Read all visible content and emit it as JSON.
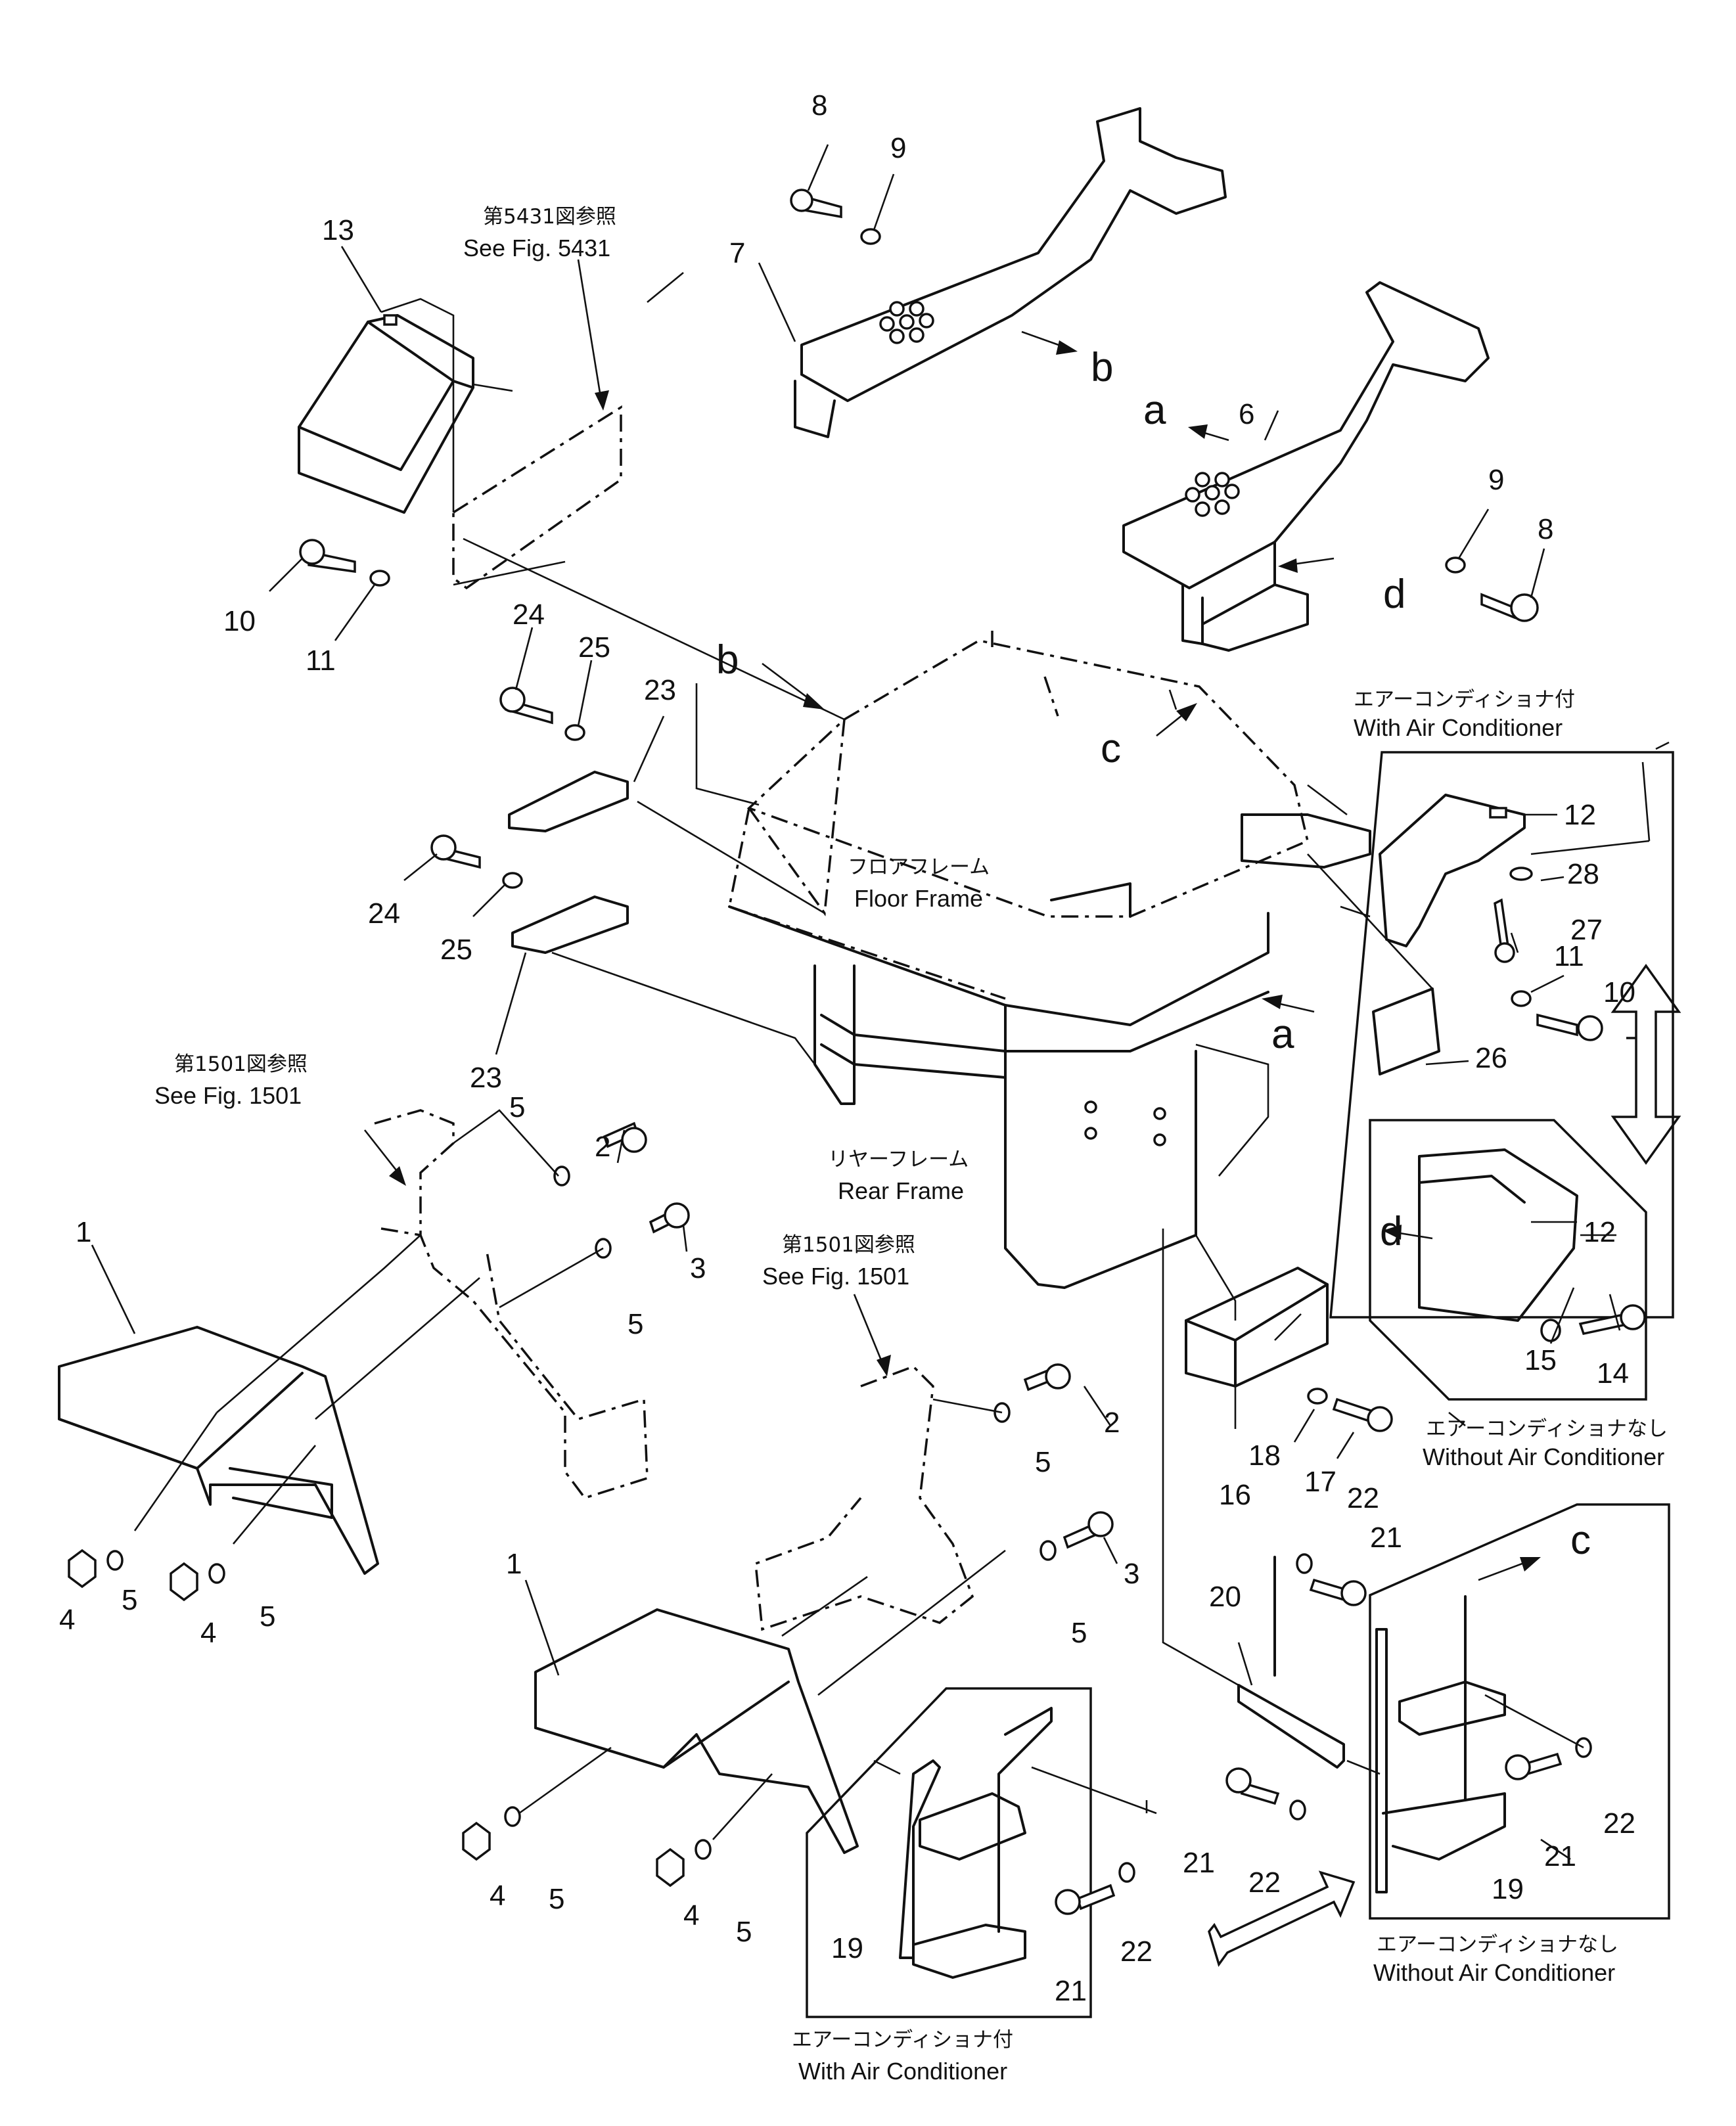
{
  "callouts": {
    "n1a": "1",
    "n1b": "1",
    "n2a": "2",
    "n2b": "2",
    "n3a": "3",
    "n3b": "3",
    "n4a": "4",
    "n4b": "4",
    "n4c": "4",
    "n4d": "4",
    "n5a": "5",
    "n5b": "5",
    "n5c": "5",
    "n5d": "5",
    "n5e": "5",
    "n5f": "5",
    "n5g": "5",
    "n5h": "5",
    "n6": "6",
    "n7": "7",
    "n8a": "8",
    "n8b": "8",
    "n9a": "9",
    "n9b": "9",
    "n10a": "10",
    "n10b": "10",
    "n11a": "11",
    "n11b": "11",
    "n12a": "12",
    "n12b": "12",
    "n13": "13",
    "n14": "14",
    "n15": "15",
    "n16": "16",
    "n17": "17",
    "n18": "18",
    "n19a": "19",
    "n19b": "19",
    "n20": "20",
    "n21a": "21",
    "n21b": "21",
    "n21c": "21",
    "n21d": "21",
    "n22a": "22",
    "n22b": "22",
    "n22c": "22",
    "n22d": "22",
    "n23a": "23",
    "n23b": "23",
    "n24a": "24",
    "n24b": "24",
    "n25a": "25",
    "n25b": "25",
    "n26": "26",
    "n27": "27",
    "n28": "28"
  },
  "reference_letters": {
    "a1": "a",
    "a2": "a",
    "b1": "b",
    "b2": "b",
    "c1": "c",
    "c2": "c",
    "d1": "d",
    "d2": "d"
  },
  "notes": {
    "see5431_jp": "第5431図参照",
    "see5431_en": "See Fig. 5431",
    "see1501a_jp": "第1501図参照",
    "see1501a_en": "See Fig. 1501",
    "see1501b_jp": "第1501図参照",
    "see1501b_en": "See Fig. 1501",
    "floor_jp": "フロアフレーム",
    "floor_en": "Floor Frame",
    "rear_jp": "リヤーフレーム",
    "rear_en": "Rear Frame",
    "withac_top_jp": "エアーコンディショナ付",
    "withac_top_en": "With Air Conditioner",
    "noac_mid_jp": "エアーコンディショナなし",
    "noac_mid_en": "Without Air Conditioner",
    "noac_bot_jp": "エアーコンディショナなし",
    "noac_bot_en": "Without Air Conditioner",
    "withac_bot_jp": "エアーコンディショナ付",
    "withac_bot_en": "With Air Conditioner"
  }
}
